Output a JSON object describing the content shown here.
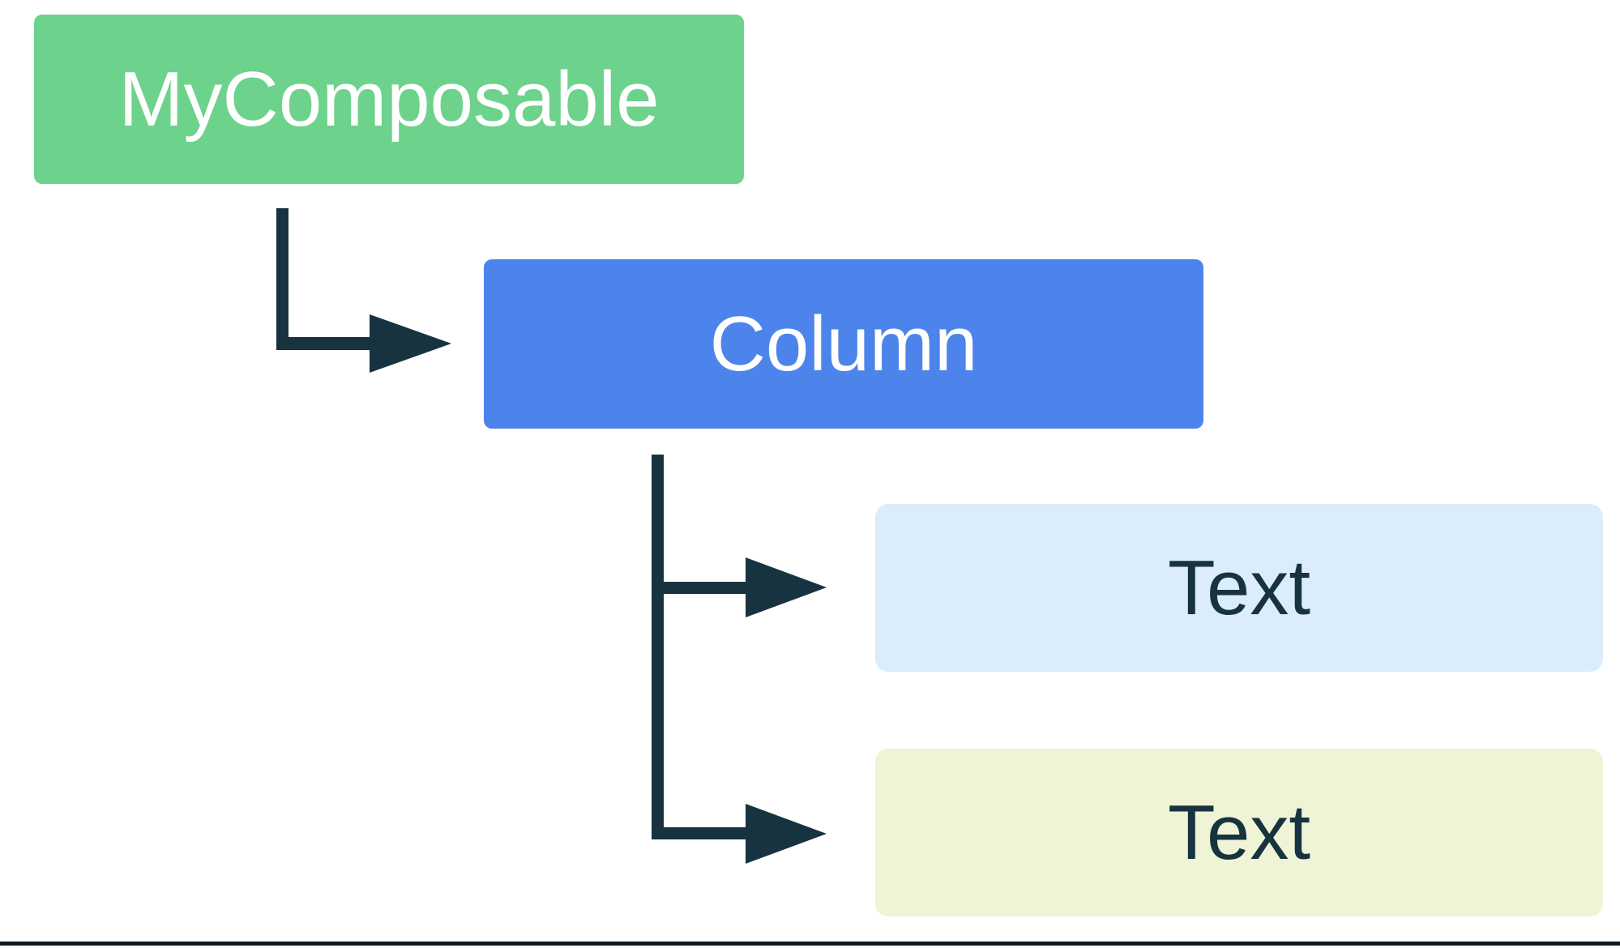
{
  "page": {
    "background": "#FFFFFF",
    "bottom_rule_color": "#0E1B24"
  },
  "nodes": [
    {
      "label": "MyComposable",
      "bg": "#6DD28B",
      "text_color": "#FFFFFF"
    },
    {
      "label": "Column",
      "bg": "#4C84EB",
      "text_color": "#FFFFFF"
    },
    {
      "label": "Text",
      "bg": "#DBECFB",
      "text_color": "#17333F"
    },
    {
      "label": "Text",
      "bg": "#F0F4D6",
      "text_color": "#17333F"
    }
  ],
  "arrows": {
    "color": "#17333F"
  }
}
